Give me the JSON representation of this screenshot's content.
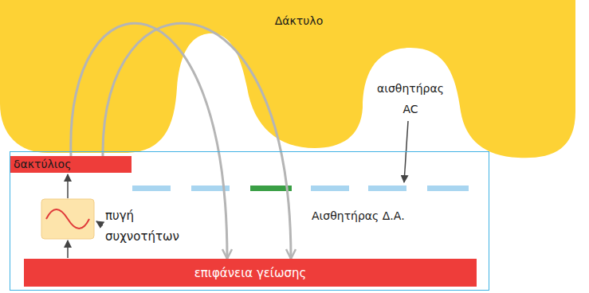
{
  "diagram": {
    "nodes": [
      {
        "text": [
          "Δάκτυλο"
        ]
      },
      {
        "text": [
          "Αισθητήρας Δ.Α."
        ]
      },
      {
        "text": [
          "δακτύλιος"
        ],
        "in": 1
      },
      {
        "text": [
          "επιφάνεια γείωσης"
        ],
        "in": 1
      }
    ],
    "edges": [
      {
        "from": 2,
        "to": 3,
        "arrow": "to"
      },
      {
        "from": 2,
        "to": 3,
        "arrow": "to"
      }
    ],
    "labels": [
      "πυγή συχνοτήτων",
      "αισθητήρας AC"
    ]
  }
}
